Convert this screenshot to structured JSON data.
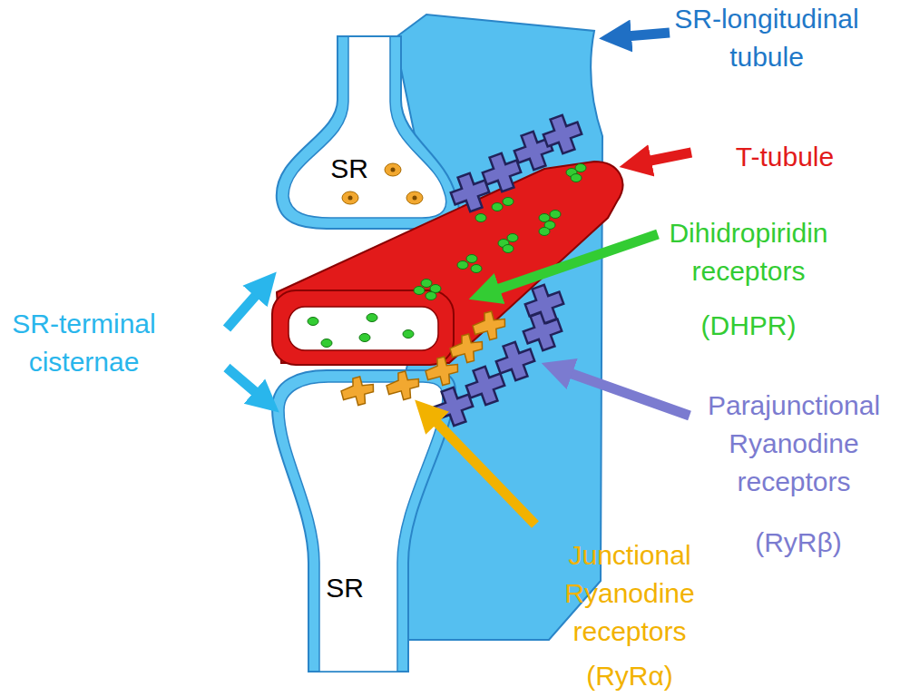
{
  "diagram": {
    "labels": [
      "SR-longitudinal tubule",
      "SR",
      "T-tubule",
      "Dihidropiridin receptors",
      "(DHPR)",
      "SR-terminal cisternae",
      "Parajunctional Ryanodine receptors",
      "(RyRβ)",
      "SR",
      "Junctional Ryanodine receptors",
      "(RyRα)"
    ]
  }
}
